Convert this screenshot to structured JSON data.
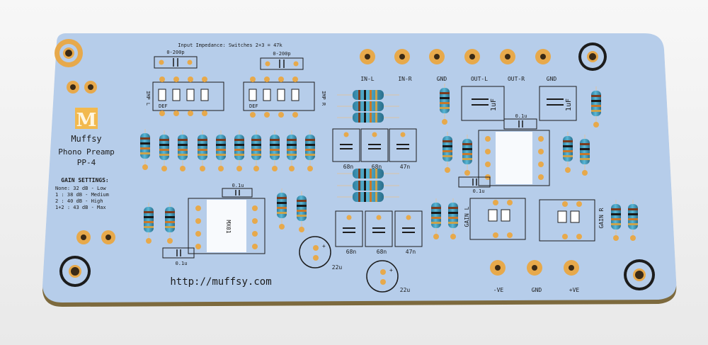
{
  "board": {
    "brand_letter": "M",
    "brand_name": "Muffsy",
    "product": "Phono Preamp",
    "model": "PP-4",
    "url": "http://muffsy.com",
    "impedance_note": "Input Impedance: Switches 2+3 = 47k",
    "gain_title": "GAIN SETTINGS:",
    "gain_lines": [
      "None: 32 dB - Low",
      "  1  : 38 dB - Medium",
      "  2  : 40 dB - High",
      "1+2 : 43 dB - Max"
    ],
    "labels": {
      "cap_0_200p": "0-200p",
      "impl": "IMP L",
      "impr": "IMP R",
      "def": "DEF",
      "in_l": "IN-L",
      "in_r": "IN-R",
      "gnd": "GND",
      "out_l": "OUT-L",
      "out_r": "OUT-R",
      "one_uf": "1uF",
      "c01u": "0.1u",
      "c68n": "68n",
      "c47n": "47n",
      "c22u": "22u",
      "gain_l": "GAIN L",
      "gain_r": "GAIN R",
      "neg_ve": "-VE",
      "pos_ve": "+VE",
      "ic_text": "MX01"
    }
  },
  "colors": {
    "background": "#f3f3f3",
    "board": "#b6cdea",
    "board_edge": "#8a7a50",
    "pad": "#e7a94b",
    "pad_hole": "#3a2a16",
    "silk": "#1c1c1c",
    "resistor_body": "#3f9ec0",
    "logo_fill": "#f2b94e"
  }
}
